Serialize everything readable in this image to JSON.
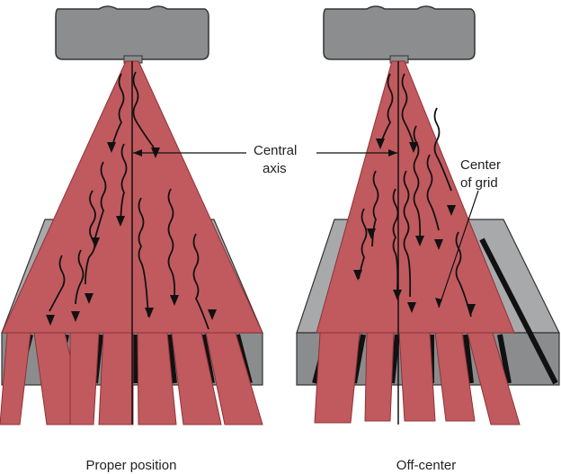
{
  "labels": {
    "central_axis_line1": "Central",
    "central_axis_line2": "axis",
    "center_grid_line1": "Center",
    "center_grid_line2": "of grid"
  },
  "captions": {
    "left": "Proper position",
    "right": "Off-center"
  },
  "colors": {
    "beam": "#c05a5e",
    "beam_stroke": "#8e3236",
    "tube": "#8b8d8f",
    "grid_top": "#a8a9ab",
    "grid_front": "#8a8c8e",
    "lead_strip": "#111111",
    "scatter_arrow": "#111111",
    "axis_line": "#111111"
  }
}
